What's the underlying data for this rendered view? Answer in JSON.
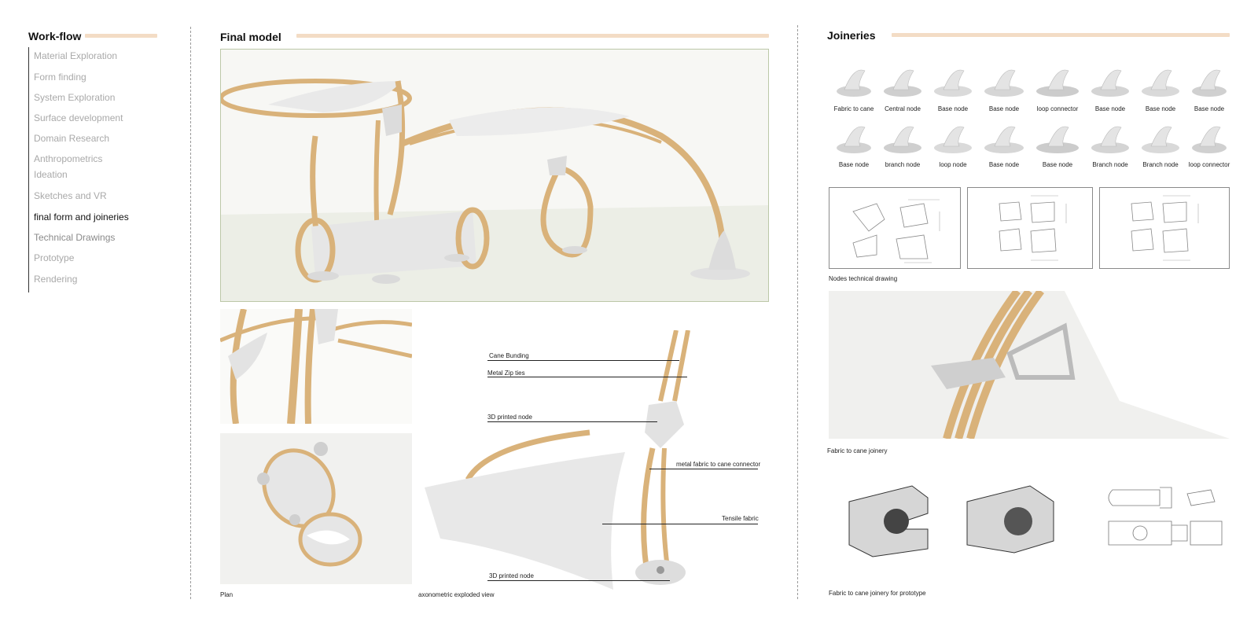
{
  "workflow": {
    "title": "Work-flow",
    "items": [
      {
        "label": "Material Exploration",
        "state": "dim"
      },
      {
        "label": "Form finding",
        "state": "dim"
      },
      {
        "label": "System Exploration",
        "state": "dim"
      },
      {
        "label": "Surface development",
        "state": "dim"
      },
      {
        "label": "Domain Research",
        "state": "dim"
      },
      {
        "label": "Anthropometrics",
        "state": "dim"
      },
      {
        "label": "Ideation",
        "state": "dim"
      },
      {
        "label": "Sketches and VR",
        "state": "dim"
      },
      {
        "label": "final form and joineries",
        "state": "active"
      },
      {
        "label": "Technical Drawings",
        "state": "semi"
      },
      {
        "label": "Prototype",
        "state": "dim"
      },
      {
        "label": "Rendering",
        "state": "dim"
      }
    ]
  },
  "final_model": {
    "title": "Final model",
    "caption_plan": "Plan",
    "caption_axo": "axonometric exploded view",
    "labels": {
      "cane_bunding": "Cane Bunding",
      "zip_ties": "Metal Zip ties",
      "printed_node_top": "3D printed node",
      "fabric_connector": "metal fabric to cane connector",
      "tensile_fabric": "Tensile fabric",
      "printed_node_bottom": "3D printed node"
    }
  },
  "joineries": {
    "title": "Joineries",
    "row1": [
      "Fabric to cane",
      "Central node",
      "Base node",
      "Base node",
      "loop connector",
      "Base node",
      "Base node",
      "Base node"
    ],
    "row2": [
      "Base node",
      "branch node",
      "loop node",
      "Base node",
      "Base node",
      "Branch node",
      "Branch node",
      "loop connector"
    ],
    "caption_nodes": "Nodes technical drawing",
    "caption_fabric": "Fabric to cane joinery",
    "caption_prototype": "Fabric to cane joinery  for prototype"
  },
  "colors": {
    "accent_bar": "#f3dcc5",
    "cane": "#d9b27a",
    "node": "#e4e4e4"
  }
}
